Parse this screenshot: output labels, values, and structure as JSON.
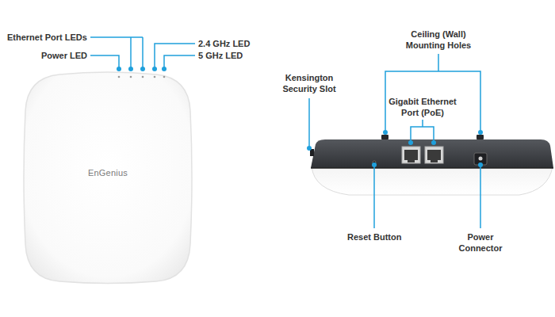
{
  "diagram": {
    "labels": [
      "Ethernet Port LEDs",
      "Power LED",
      "2.4 GHz LED",
      "5 GHz LED",
      "Ceiling (Wall) Mounting Holes",
      "Kensington Security Slot",
      "Gigabit Ethernet Port (PoE)",
      "Reset Button",
      "Power Connector",
      "EnGenius"
    ]
  }
}
